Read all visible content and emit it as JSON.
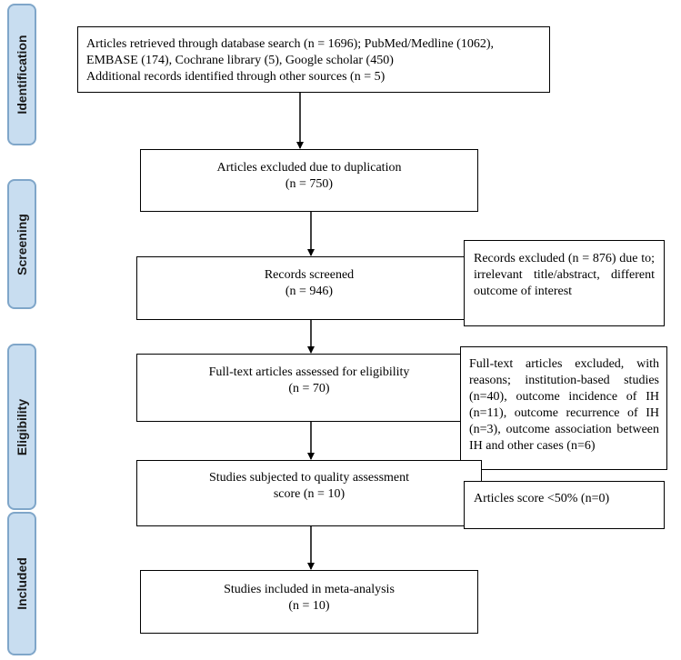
{
  "phases": {
    "identification": "Identification",
    "screening": "Screening",
    "eligibility": "Eligibility",
    "included": "Included"
  },
  "boxes": {
    "identification": {
      "line1": "Articles retrieved through database search (n = 1696); PubMed/Medline (1062),",
      "line2": "EMBASE (174), Cochrane library (5), Google scholar (450)",
      "line3": "Additional records identified through other sources (n = 5)"
    },
    "duplication": {
      "line1": "Articles excluded due to duplication",
      "line2": "(n = 750)"
    },
    "screened": {
      "line1": "Records screened",
      "line2": "(n = 946)"
    },
    "screened_excluded": {
      "text": "Records excluded (n = 876) due to; irrelevant title/abstract, different outcome of interest"
    },
    "fulltext": {
      "line1": "Full-text articles assessed for eligibility",
      "line2": "(n = 70)"
    },
    "fulltext_excluded": {
      "text": "Full-text articles excluded, with reasons; institution-based studies (n=40), outcome incidence of IH (n=11), outcome recurrence of IH (n=3), outcome association between IH and other cases (n=6)"
    },
    "quality": {
      "line1": "Studies subjected to quality assessment",
      "line2": "score (n = 10)"
    },
    "quality_excluded": {
      "text": "Articles score <50% (n=0)"
    },
    "included": {
      "line1": "Studies included in meta-analysis",
      "line2": "(n = 10)"
    }
  }
}
